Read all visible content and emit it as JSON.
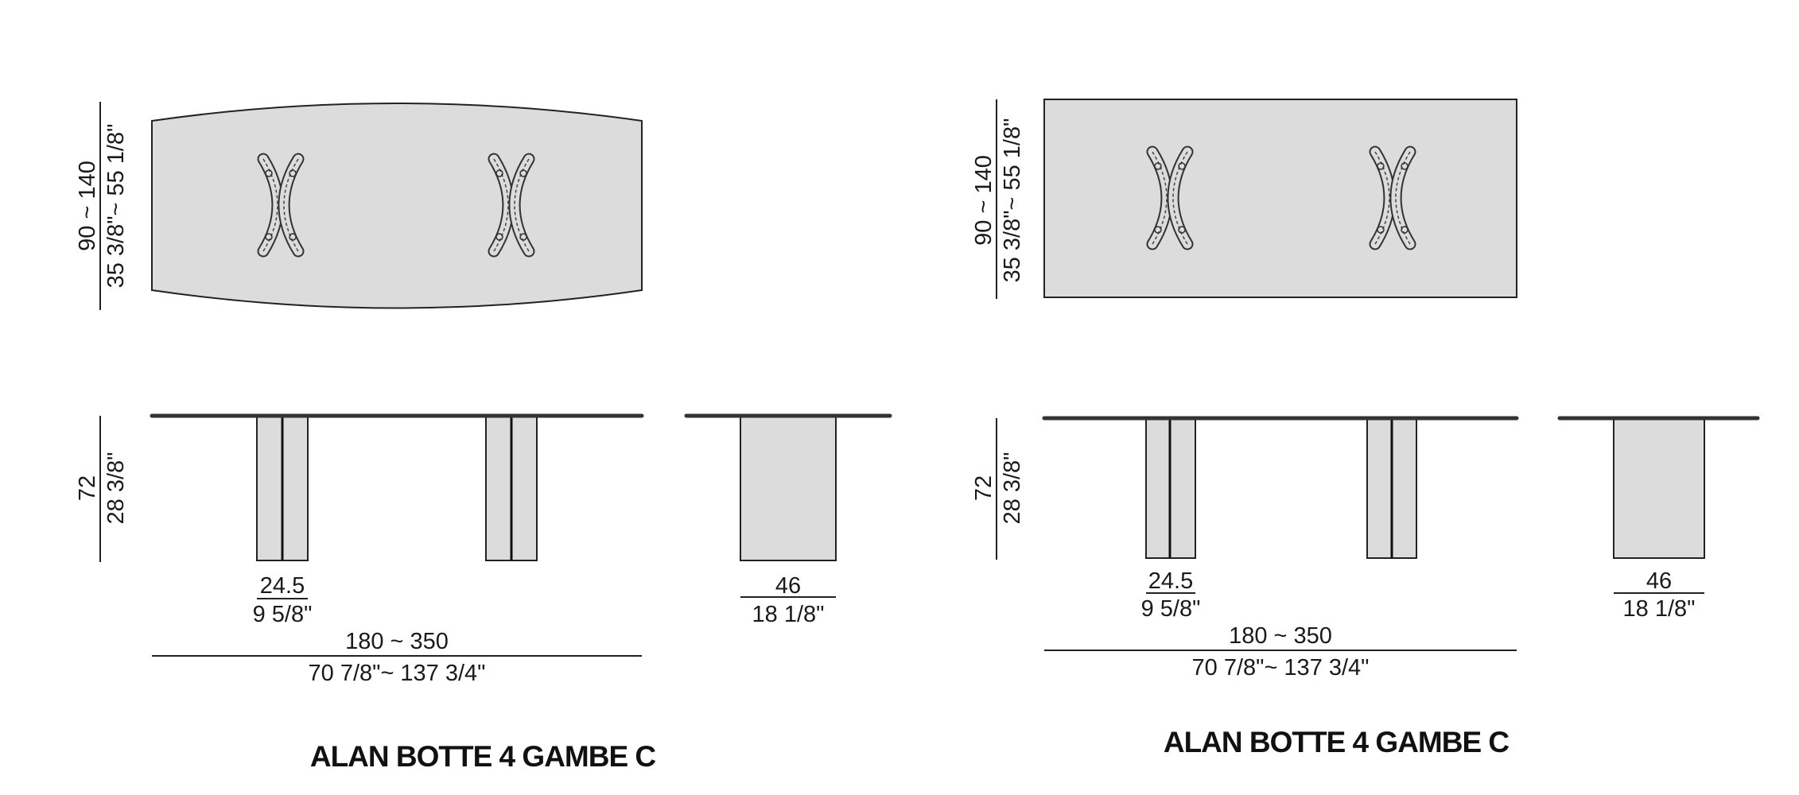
{
  "colors": {
    "surface": "#dcdcdc",
    "line": "#222222"
  },
  "drawings": [
    {
      "name": "barrel-table",
      "width_dim": {
        "cm": "90 ~ 140",
        "in": "35 3/8\"~ 55 1/8\""
      },
      "height_dim": {
        "cm": "72",
        "in": "28 3/8\""
      },
      "leg_dim": {
        "cm": "24.5",
        "in": "9 5/8\""
      },
      "depth_dim": {
        "cm": "46",
        "in": "18 1/8\""
      },
      "length_dim": {
        "cm": "180 ~ 350",
        "in": "70 7/8\"~ 137 3/4\""
      },
      "title": "ALAN BOTTE 4 GAMBE C"
    },
    {
      "name": "rectangular-table",
      "width_dim": {
        "cm": "90 ~ 140",
        "in": "35 3/8\"~ 55 1/8\""
      },
      "height_dim": {
        "cm": "72",
        "in": "28 3/8\""
      },
      "leg_dim": {
        "cm": "24.5",
        "in": "9 5/8\""
      },
      "depth_dim": {
        "cm": "46",
        "in": "18 1/8\""
      },
      "length_dim": {
        "cm": "180 ~ 350",
        "in": "70 7/8\"~ 137 3/4\""
      },
      "title": "ALAN BOTTE 4 GAMBE C"
    }
  ]
}
